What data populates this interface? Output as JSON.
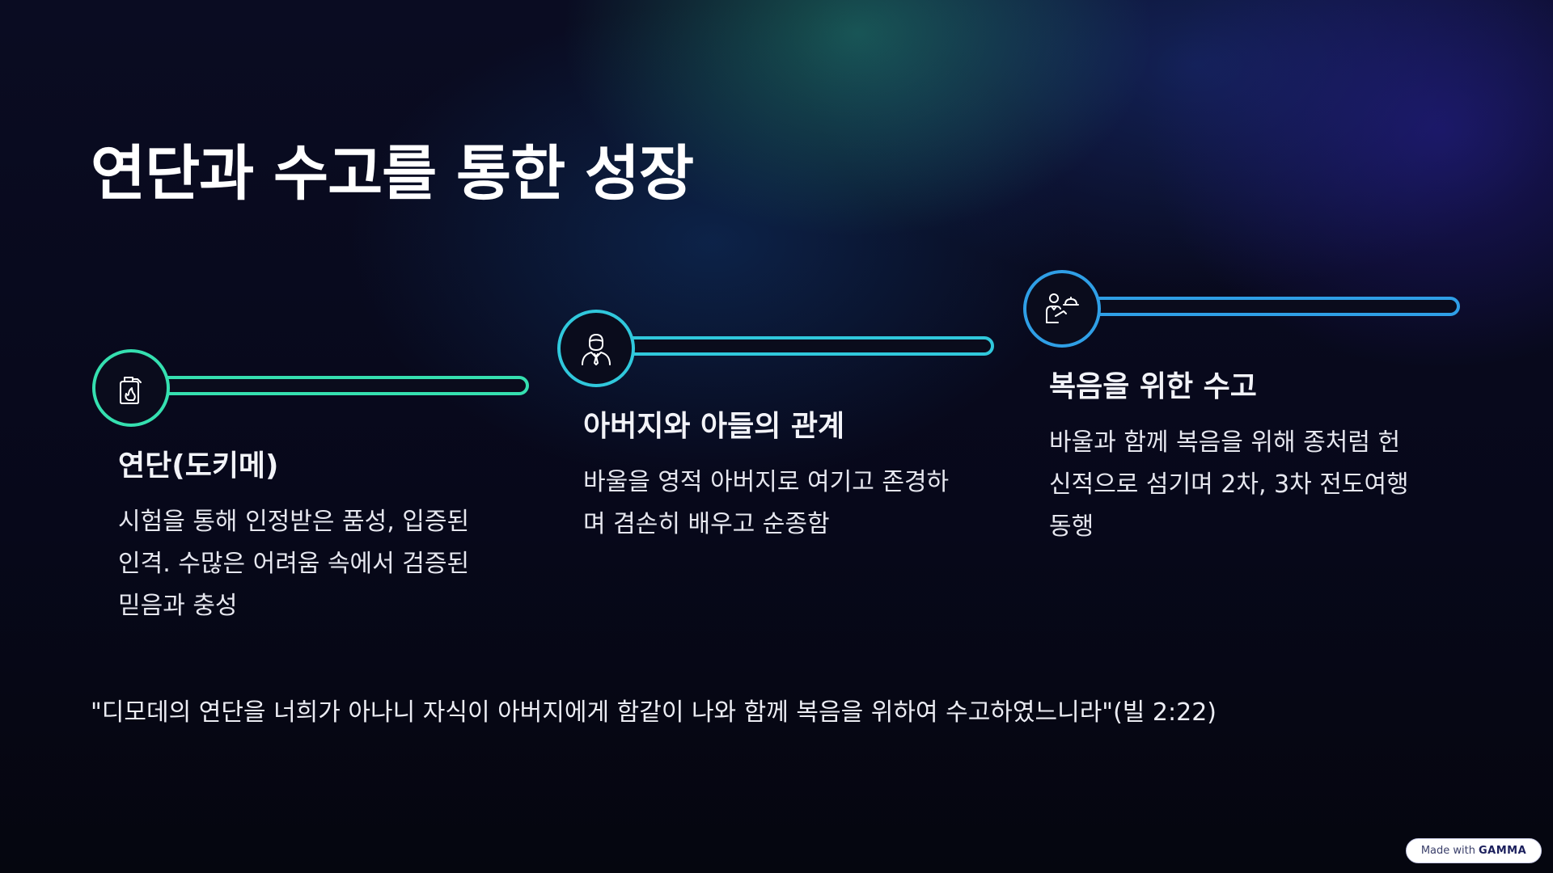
{
  "title": "연단과 수고를 통한 성장",
  "steps": [
    {
      "icon": "fire-extinguisher-icon",
      "heading": "연단(도키메)",
      "body": "시험을 통해 인정받은 품성, 입증된\n인격. 수많은 어려움 속에서 검증된\n믿음과 충성"
    },
    {
      "icon": "businessman-icon",
      "heading": "아버지와 아들의 관계",
      "body": "바울을 영적 아버지로 여기고 존경하\n며 겸손히 배우고 순종함"
    },
    {
      "icon": "waiter-serving-icon",
      "heading": "복음을 위한 수고",
      "body": "바울과 함께 복음을 위해 종처럼 헌\n신적으로 섬기며 2차, 3차 전도여행\n동행"
    }
  ],
  "quote": "\"디모데의 연단을 너희가 아나니 자식이 아버지에게 함같이 나와 함께 복음을 위하여 수고하였느니라\"(빌 2:22)",
  "badge": {
    "prefix": "Made with",
    "brand": "GAMMA"
  },
  "colors": {
    "step1_accent": "#35e0b0",
    "step2_accent": "#30c8dc",
    "step3_accent": "#2f9fe6",
    "background": "#07081a"
  }
}
